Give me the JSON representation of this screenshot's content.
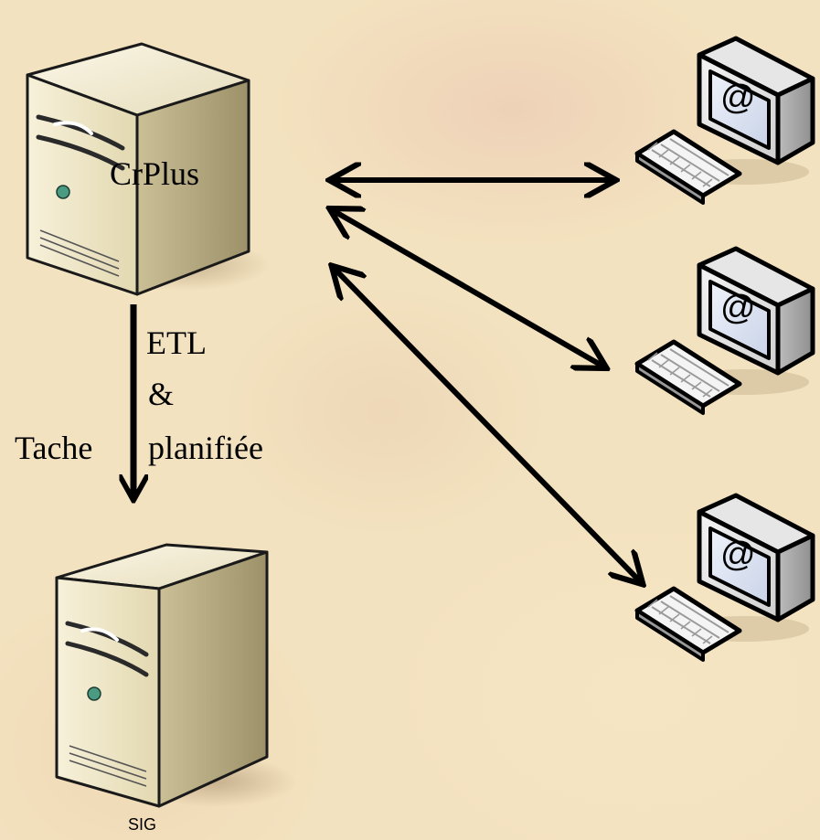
{
  "servers": {
    "crplus": {
      "label": "CrPlus"
    },
    "sig": {
      "label": "SIG"
    }
  },
  "etl_arrow": {
    "line1": "ETL",
    "line2": "&",
    "line3_left": "Tache",
    "line3_right": "planifiée"
  },
  "clients": [
    {
      "screen_symbol": "@"
    },
    {
      "screen_symbol": "@"
    },
    {
      "screen_symbol": "@"
    }
  ],
  "colors": {
    "background": "#f3e2bf",
    "server_front": "#ece4c4",
    "server_side": "#bdb28a",
    "arrow": "#000000",
    "monitor_screen": "#dde4f2"
  }
}
